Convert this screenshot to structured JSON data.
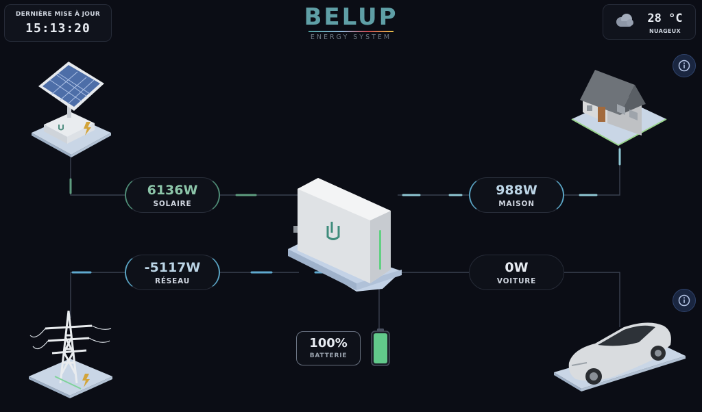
{
  "header": {
    "last_update_label": "DERNIÈRE MISE À JOUR",
    "last_update_time": "15:13:20",
    "logo_text": "BELUP",
    "logo_subtitle": "ENERGY SYSTEM"
  },
  "weather": {
    "temperature": "28 °C",
    "condition": "NUAGEUX",
    "icon": "cloud-icon"
  },
  "flows": {
    "solar": {
      "value": "6136W",
      "label": "SOLAIRE"
    },
    "house": {
      "value": "988W",
      "label": "MAISON"
    },
    "grid": {
      "value": "-5117W",
      "label": "RÉSEAU"
    },
    "car": {
      "value": "0W",
      "label": "VOITURE"
    }
  },
  "battery": {
    "value": "100%",
    "label": "BATTERIE",
    "level": 1.0
  },
  "colors": {
    "background": "#0b0d15",
    "green_flow": "#8cc5a9",
    "blue_flow": "#9fd0dd",
    "battery_fill": "#62c98b"
  }
}
